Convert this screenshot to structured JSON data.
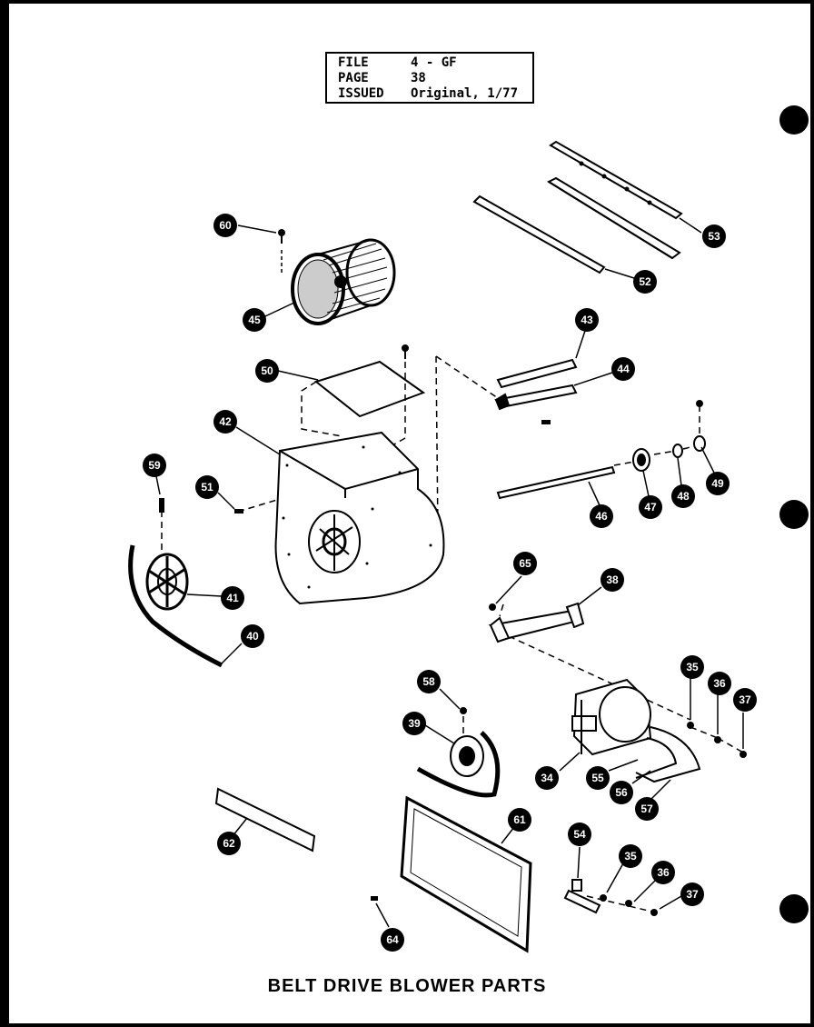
{
  "header": {
    "rows": [
      {
        "key": "FILE",
        "value": "4 - GF"
      },
      {
        "key": "PAGE",
        "value": "38"
      },
      {
        "key": "ISSUED",
        "value": "Original, 1/77"
      }
    ]
  },
  "title": "BELT DRIVE BLOWER PARTS",
  "callouts": [
    "60",
    "45",
    "53",
    "52",
    "50",
    "43",
    "44",
    "42",
    "59",
    "51",
    "49",
    "47",
    "48",
    "46",
    "65",
    "38",
    "41",
    "40",
    "35",
    "36",
    "37",
    "58",
    "39",
    "34",
    "55",
    "56",
    "57",
    "61",
    "62",
    "54",
    "35",
    "36",
    "37",
    "64"
  ]
}
